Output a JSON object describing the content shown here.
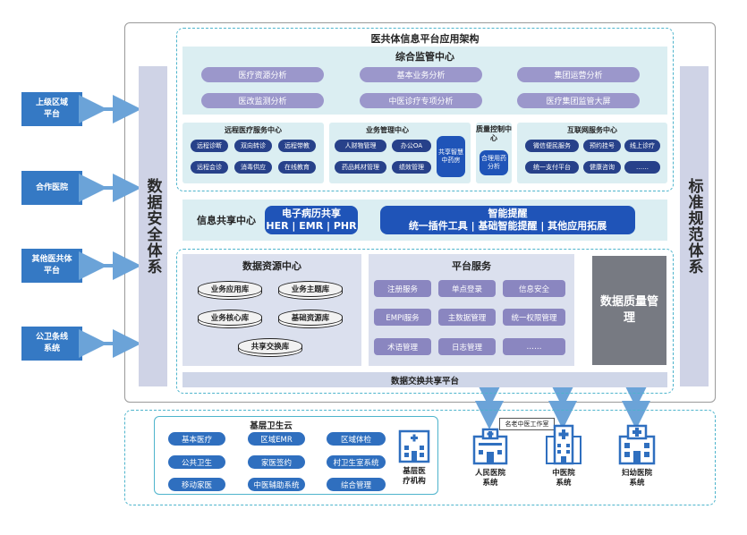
{
  "external": [
    "上级区域\n平台",
    "合作医院",
    "其他医共体\n平台",
    "公卫条线\n系统"
  ],
  "left_bar": "数据安全体系",
  "right_bar": "标准规范体系",
  "main_title": "医共体信息平台应用架构",
  "supervision": {
    "title": "综合监管中心",
    "items": [
      "医疗资源分析",
      "基本业务分析",
      "集团运营分析",
      "医改监测分析",
      "中医诊疗专项分析",
      "医疗集团监管大屏"
    ]
  },
  "remote": {
    "title": "远程医疗服务中心",
    "items": [
      "远程诊断",
      "双向转诊",
      "远程带教",
      "远程会诊",
      "消毒供应",
      "在线教育"
    ]
  },
  "business": {
    "title": "业务管理中心",
    "items": [
      "人财物管理",
      "办公OA",
      "药品耗材管理",
      "绩效管理"
    ],
    "tcm": "共享智慧中药房"
  },
  "quality_ctrl": {
    "title": "质量控制中心",
    "item": "合理用药分析"
  },
  "internet": {
    "title": "互联网服务中心",
    "items": [
      "微信便民服务",
      "预约挂号",
      "线上诊疗",
      "统一支付平台",
      "健康咨询",
      "……"
    ]
  },
  "info_share": {
    "title": "信息共享中心",
    "emr_line1": "电子病历共享",
    "emr_line2": "HER | EMR | PHR",
    "smart_line1": "智能提醒",
    "smart_line2": "统一插件工具 | 基础智能提醒 | 其他应用拓展"
  },
  "data_resource": {
    "title": "数据资源中心",
    "items": [
      "业务应用库",
      "业务主题库",
      "业务核心库",
      "基础资源库",
      "共享交换库"
    ]
  },
  "platform": {
    "title": "平台服务",
    "items": [
      "注册服务",
      "单点登录",
      "信息安全",
      "EMPI服务",
      "主数据管理",
      "统一权限管理",
      "术语管理",
      "日志管理",
      "……"
    ]
  },
  "data_quality": "数据质量管理",
  "exchange": "数据交换共享平台",
  "cloud": {
    "title": "基层卫生云",
    "items": [
      "基本医疗",
      "区域EMR",
      "区域体检",
      "公共卫生",
      "家医签约",
      "村卫生室系统",
      "移动家医",
      "中医辅助系统",
      "综合管理"
    ],
    "grassroots": "基层医\n疗机构"
  },
  "tcm_studio": "名老中医工作室",
  "hospitals": [
    "人民医院\n系统",
    "中医院\n系统",
    "妇幼医院\n系统"
  ],
  "colors": {
    "primary": "#1f54b8",
    "pill": "#4f7fc8",
    "panel": "#dbeef2",
    "lavender": "#cfd3e6",
    "arrow": "#6ba3d8"
  }
}
